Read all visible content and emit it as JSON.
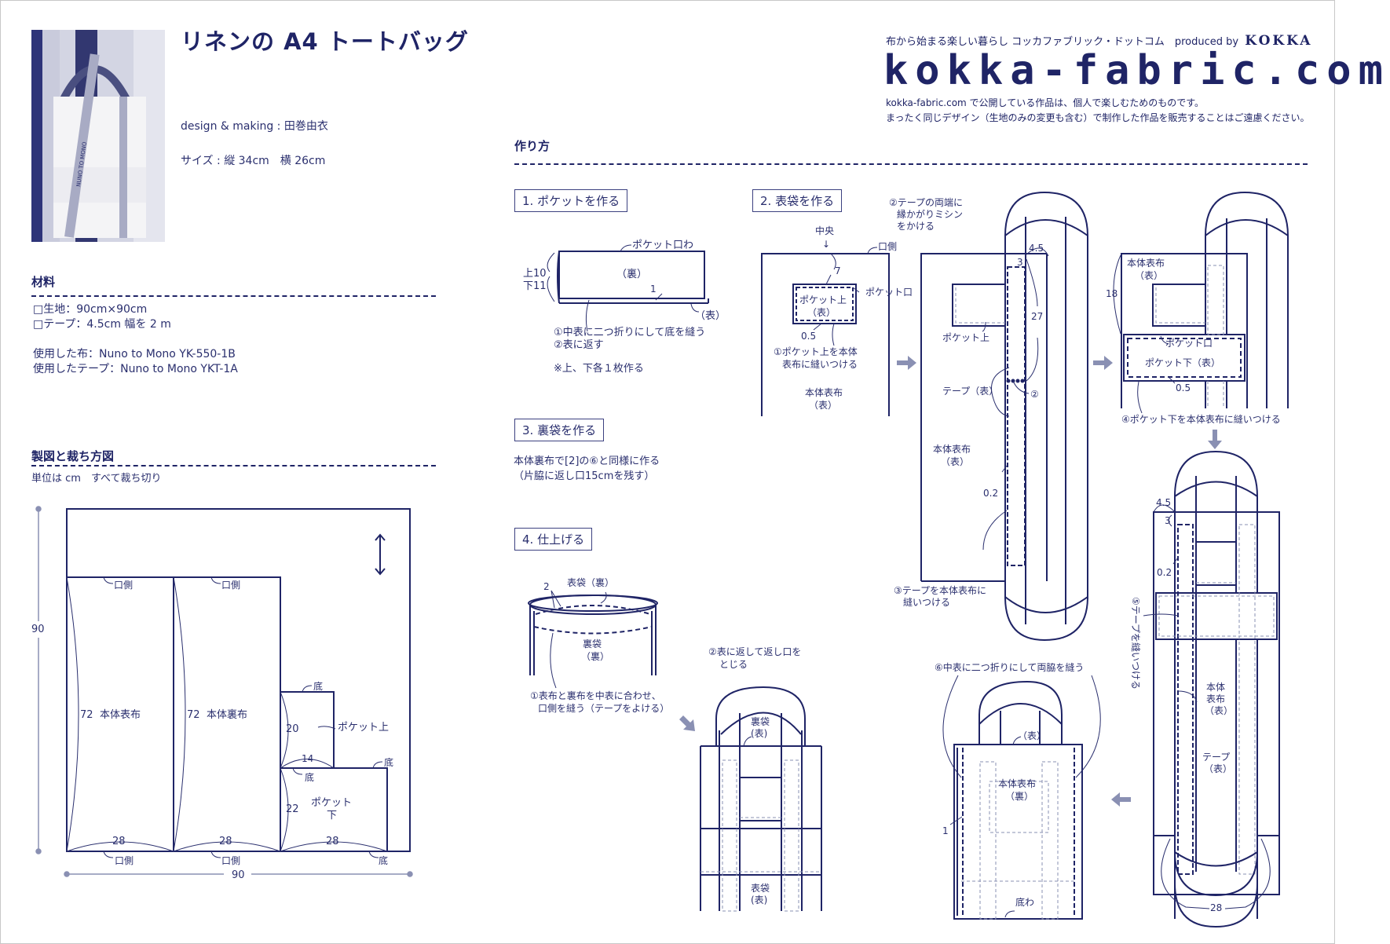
{
  "header": {
    "title": "リネンの A4 トートバッグ",
    "designer": "design & making : 田巻由衣",
    "size": "サイズ : 縦 34cm　横 26cm",
    "tagline": "布から始まる楽しい暮らし コッカファブリック・ドットコム　produced by",
    "brand": "KOKKA",
    "logo": "kokka-fabric.com",
    "notice_1": "kokka-fabric.com で公開している作品は、個人で楽しむためのものです。",
    "notice_2": "まったく同じデザイン（生地のみの変更も含む）で制作した作品を販売することはご遠慮ください。"
  },
  "photo": {
    "alt": "tote-bag-photo",
    "tape_text": "NUNO TO MONO"
  },
  "materials": {
    "heading": "材料",
    "items": [
      "□生地：90cm×90cm",
      "□テープ：4.5cm 幅を 2 m"
    ],
    "used_fabric": "使用した布：Nuno to Mono YK-550-1B",
    "used_tape": "使用したテープ：Nuno to Mono YKT-1A"
  },
  "cutting": {
    "heading": "製図と裁ち方図",
    "note": "単位は cm　すべて裁ち切り",
    "fabric_width": "90",
    "fabric_height": "90",
    "pieces": [
      {
        "name": "本体表布",
        "height": "72",
        "width": "28",
        "top": "口側",
        "bottom": "口側"
      },
      {
        "name": "本体裏布",
        "height": "72",
        "width": "28",
        "top": "口側",
        "bottom": "口側"
      },
      {
        "name": "ポケット上",
        "height": "20",
        "width": "14",
        "top": "底",
        "bottom": "底"
      },
      {
        "name": "ポケット下",
        "name_l1": "ポケット",
        "name_l2": "下",
        "height": "22",
        "width": "28",
        "top": "底",
        "bottom": "底"
      }
    ]
  },
  "howto": {
    "heading": "作り方",
    "step1": {
      "label": "1. ポケットを作る",
      "pocket_edge": "ポケット口わ",
      "back": "（裏）",
      "front": "（表）",
      "dim_top": "上10",
      "dim_bottom": "下11",
      "seam": "1",
      "note1": "①中表に二つ折りにして底を縫う",
      "note2": "②表に返す",
      "note3": "※上、下各１枚作る"
    },
    "step2": {
      "label": "2. 表袋を作る",
      "center": "中央",
      "center_arrow": "↓",
      "opening_side": "口側",
      "dim_7": "7",
      "pocket_opening": "ポケット口",
      "pocket_top": "ポケット上",
      "pocket_top_face": "（表）",
      "dim_05": "0.5",
      "note1_l1": "①ポケット上を本体",
      "note1_l2": "表布に縫いつける",
      "body": "本体表布",
      "body_face": "（表）",
      "note2_l1": "②テープの両端に",
      "note2_l2": "縁かがりミシン",
      "note2_l3": "をかける",
      "dim_45": "4.5",
      "dim_3": "3",
      "dim_27": "27",
      "pocket_top_label": "ポケット上",
      "tape_face": "テープ（表）",
      "mark_2": "②",
      "dim_02": "0.2",
      "note3_l1": "③テープを本体表布に",
      "note3_l2": "縫いつける",
      "dim_18": "18",
      "pocket_opening2": "ポケット口",
      "pocket_bottom": "ポケット下（表）",
      "note4": "④ポケット下を本体表布に縫いつける",
      "note5": "⑤テープを縫いつける",
      "tape_l1": "テープ",
      "tape_l2": "（表）",
      "body_l1": "本体",
      "body_l2": "表布",
      "dim_28": "28",
      "note6": "⑥中表に二つ折りにして両脇を縫う",
      "face_front": "（表）",
      "body_back_l1": "本体表布",
      "body_back_l2": "（裏）",
      "dim_1": "1",
      "bottom_fold": "底わ"
    },
    "step3": {
      "label": "3. 裏袋を作る",
      "note1": "本体裏布で[2]の⑥と同様に作る",
      "note2": "（片脇に返し口15cmを残す）"
    },
    "step4": {
      "label": "4. 仕上げる",
      "outer_bag_back": "表袋（裏）",
      "dim_2": "2",
      "lining_l1": "裏袋",
      "lining_l2": "（裏）",
      "note1_l1": "①表布と裏布を中表に合わせ、",
      "note1_l2": "口側を縫う（テープをよける）",
      "note2_l1": "②表に返して返し口を",
      "note2_l2": "とじる",
      "lining_front_l1": "裏袋",
      "lining_front_l2": "(表)",
      "outer_front_l1": "表袋",
      "outer_front_l2": "(表)"
    }
  },
  "colors": {
    "ink": "#1f2466",
    "arrow": "#8a90b3",
    "frame": "#c8c8c8"
  }
}
